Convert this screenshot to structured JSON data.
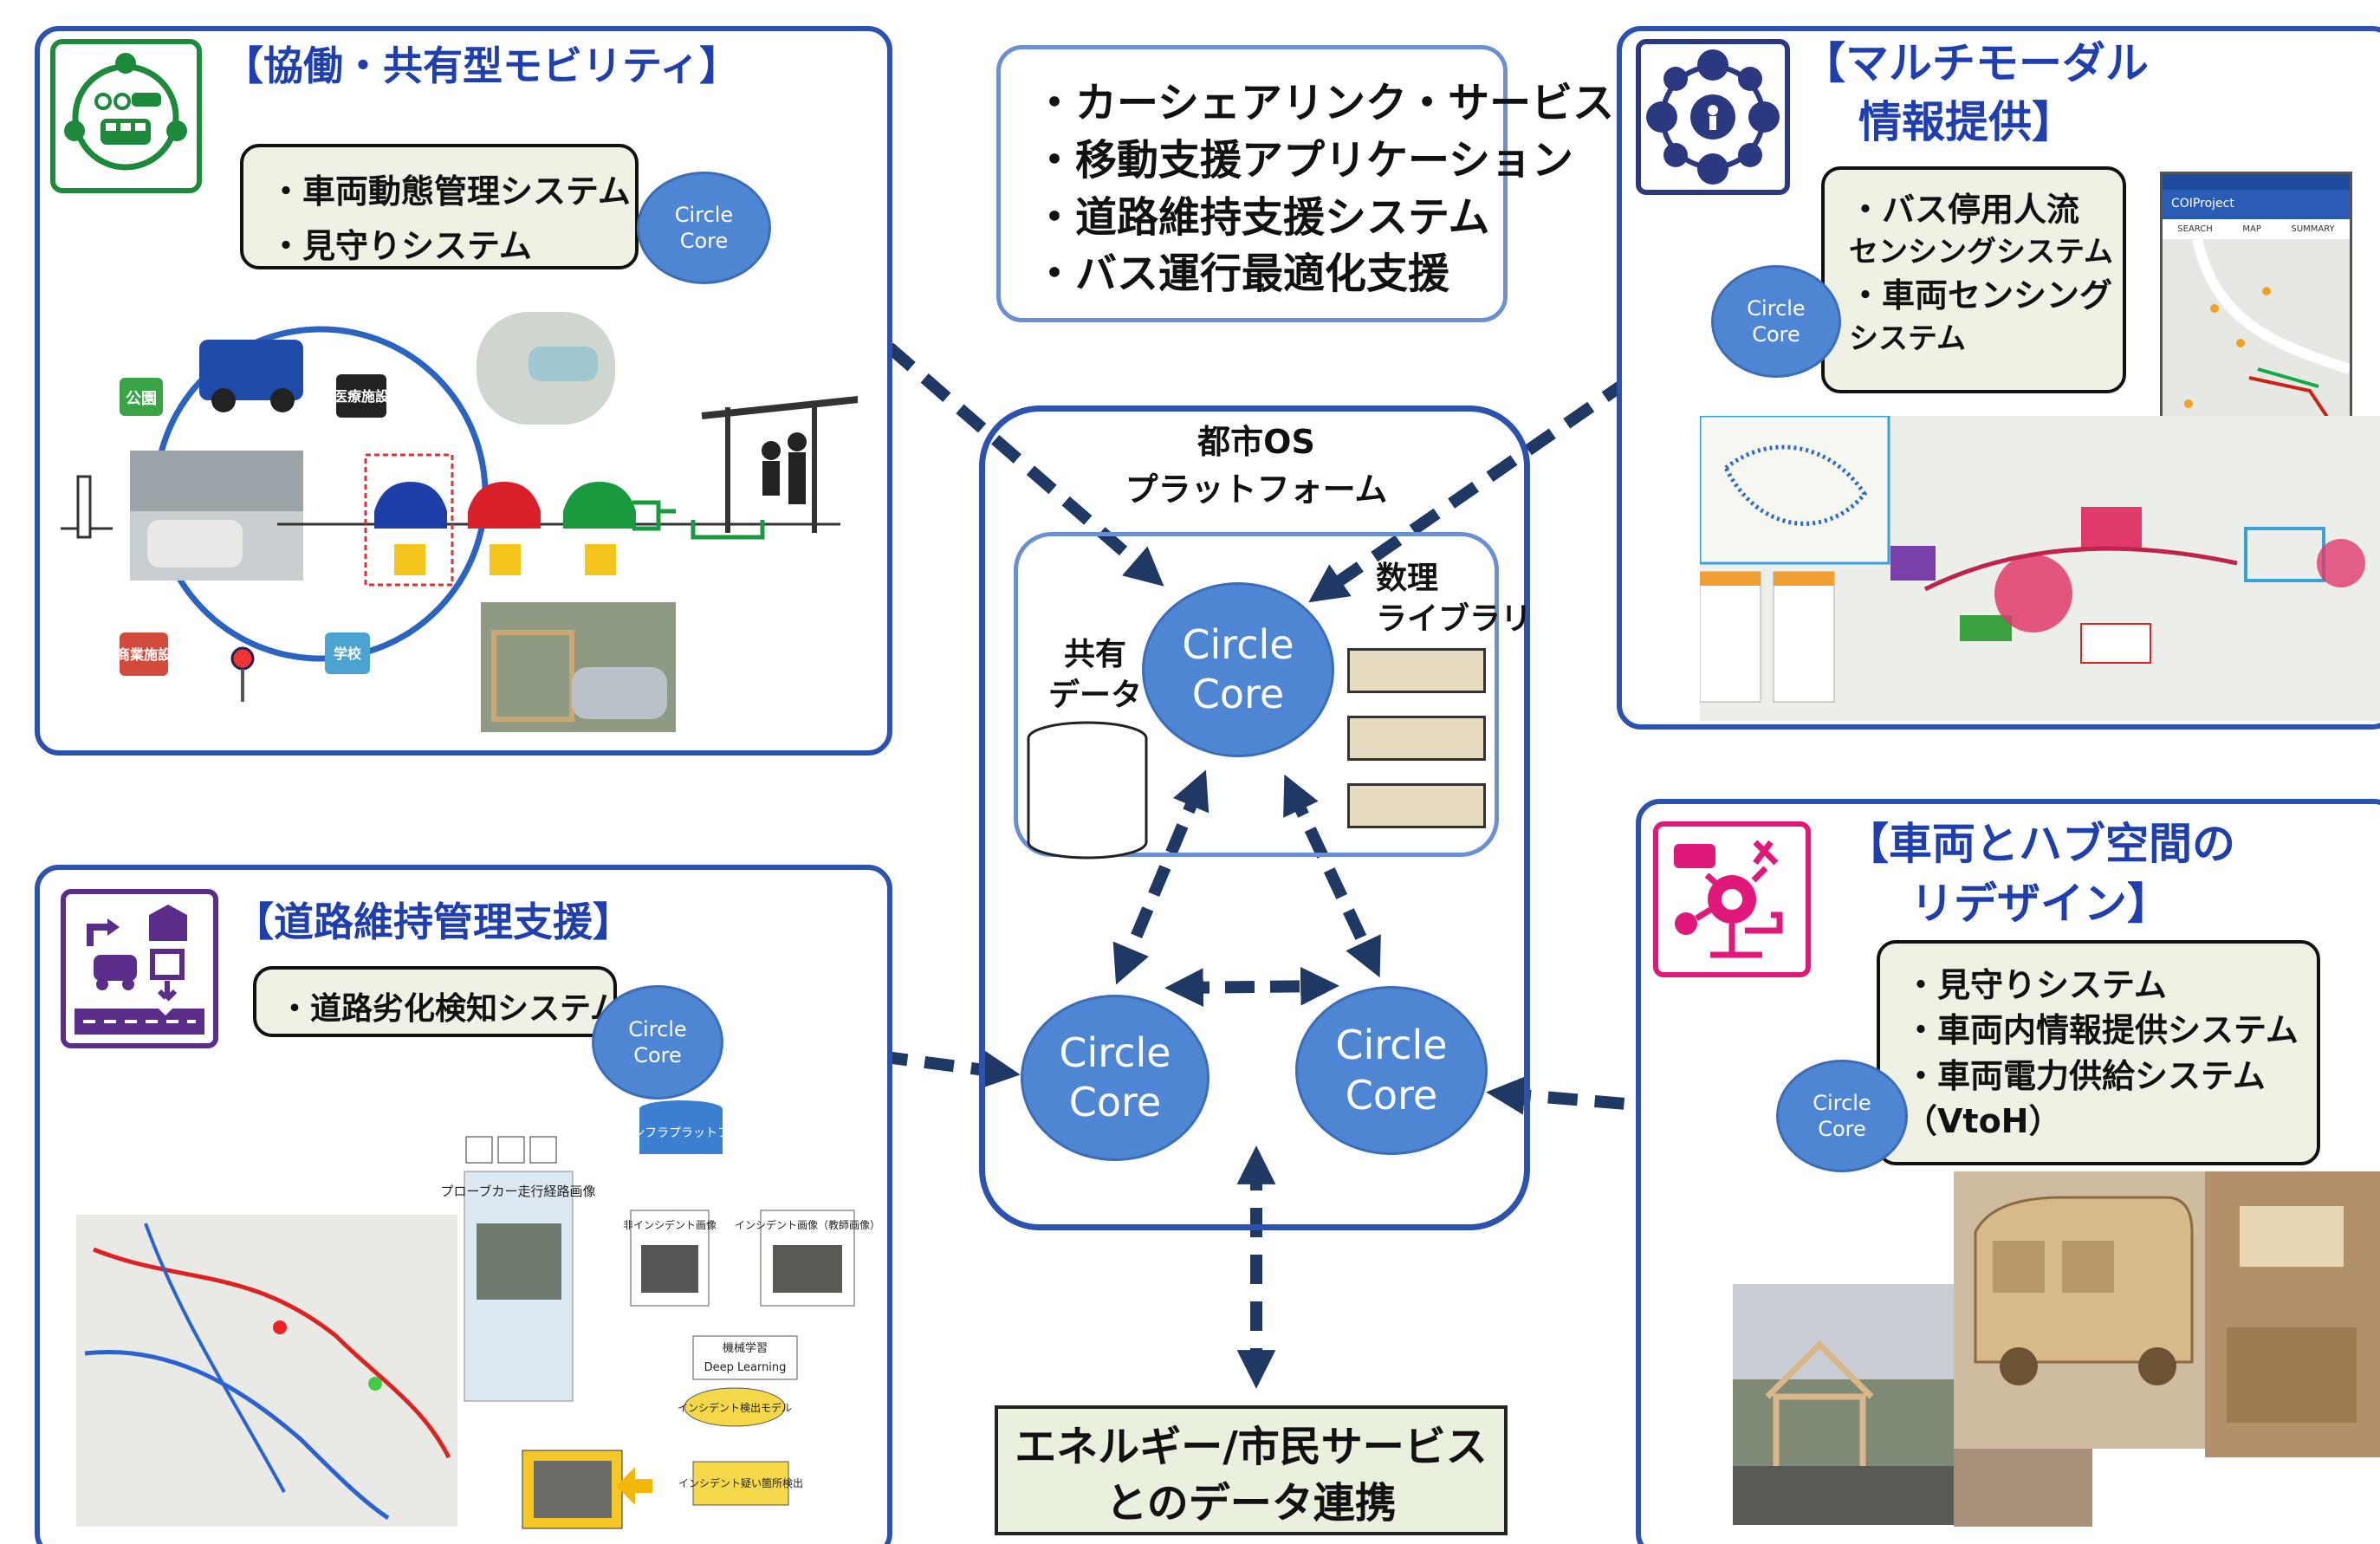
{
  "circle_core": {
    "line1": "Circle",
    "line2": "Core"
  },
  "panels": {
    "mobility": {
      "title": "【協働・共有型モビリティ】",
      "items": [
        "・車両動態管理システム",
        "・見守りシステム"
      ],
      "signs": [
        "公園",
        "医療施設",
        "商業施設",
        "学校"
      ]
    },
    "multimodal": {
      "title_line1": "【マルチモーダル",
      "title_line2": "情報提供】",
      "items": [
        "・バス停用人流",
        "センシングシステム",
        "・車両センシング",
        "システム"
      ],
      "phone": {
        "app_title": "COIProject",
        "tabs": [
          "SEARCH",
          "MAP",
          "SUMMARY"
        ]
      }
    },
    "road": {
      "title": "【道路維持管理支援】",
      "items": [
        "・道路劣化検知システム"
      ],
      "flow": {
        "platform": "道路インフラプラットフォーム",
        "probe": "プローブカー走行経路画像",
        "non_incident": "非インシデント画像",
        "incident": "インシデント画像（教師画像）",
        "ml": [
          "機械学習",
          "Deep Learning"
        ],
        "model": "インシデント検出モデル",
        "detect": "インシデント疑い箇所検出"
      }
    },
    "vehicle_hub": {
      "title_line1": "【車両とハブ空間の",
      "title_line2": "リデザイン】",
      "items": [
        "・見守りシステム",
        "・車両内情報提供システム",
        "・車両電力供給システム",
        "（VtoH）"
      ]
    }
  },
  "services": {
    "items": [
      "・カーシェアリンク・サービス",
      "・移動支援アプリケーション",
      "・道路維持支援システム",
      "・バス運行最適化支援"
    ]
  },
  "city_os": {
    "title_line1": "都市OS",
    "title_line2": "プラットフォーム",
    "shared_data": [
      "共有",
      "データ"
    ],
    "math_library": [
      "数理",
      "ライブラリ"
    ]
  },
  "energy": {
    "line1": "エネルギー/市民サービス",
    "line2": "とのデータ連携"
  },
  "colors": {
    "panel_border": "#2c52b0",
    "title": "#1f3fae",
    "circle_core": "#4f86d4",
    "arrow": "#1f3864",
    "textbox_fill": "#eef1e4",
    "energy_fill": "#e9f0dd",
    "library_fill": "#e7dcc2",
    "icon_green": "#1c8a3a",
    "icon_navy": "#2b3a80",
    "icon_purple": "#5b2d8a",
    "icon_pink": "#e0187a"
  }
}
